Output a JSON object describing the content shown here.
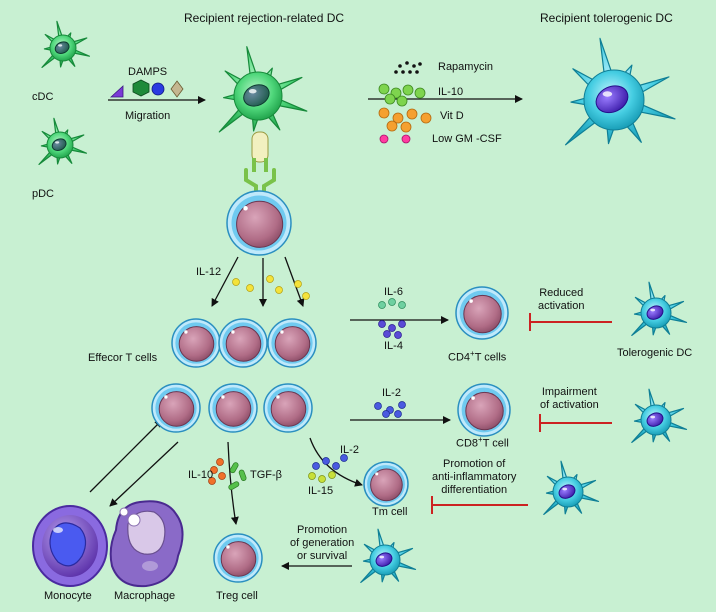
{
  "titles": {
    "rejection_dc": "Recipient rejection-related DC",
    "tolerogenic_dc": "Recipient tolerogenic DC"
  },
  "left": {
    "cdc": "cDC",
    "pdc": "pDC",
    "damps": "DAMPS",
    "migration": "Migration"
  },
  "factors": {
    "rapamycin": "Rapamycin",
    "il10": "IL-10",
    "vitd": "Vit D",
    "lowgmcsf": "Low GM -CSF"
  },
  "middle": {
    "il12": "IL-12",
    "effector": "Effecor T cells",
    "il6": "IL-6",
    "il4": "IL-4",
    "cd4_prefix": "CD4",
    "cd4_suffix": "T  cells",
    "sup": "+",
    "il2_a": "IL-2",
    "cd8_prefix": "CD8",
    "cd8_suffix": "T  cell",
    "il2_b": "IL-2",
    "il15": "IL-15",
    "tm": "Tm  cell",
    "il10b": "IL-10",
    "tgfb": "TGF-β",
    "monocyte": "Monocyte",
    "macrophage": "Macrophage",
    "treg": "Treg cell"
  },
  "right": {
    "reduced": "Reduced\nactivation",
    "tolerogenic_dc": "Tolerogenic DC",
    "impairment": "Impairment\nof activation",
    "promotion_anti": "Promotion of\nanti-inflammatory\ndifferentiation",
    "promotion_gen": "Promotion\nof generation\nor survival"
  },
  "colors": {
    "background": "#c8f0d2",
    "green_dc": "#3ecf6a",
    "cyan_dc": "#3cc6dc",
    "t_cell_body": "#b06c86",
    "t_cell_ring": "#5fc0e6",
    "inhibit": "#cc2222"
  }
}
